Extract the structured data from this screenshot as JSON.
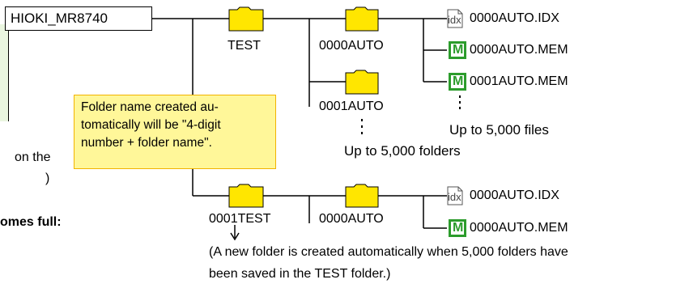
{
  "root": {
    "label": "HIOKI_MR8740"
  },
  "folders": {
    "test": "TEST",
    "auto_0000_a": "0000AUTO",
    "auto_0001": "0001AUTO",
    "test_0001": "0001TEST",
    "auto_0000_b": "0000AUTO"
  },
  "files": {
    "idx_a": "0000AUTO.IDX",
    "mem_a0": "0000AUTO.MEM",
    "mem_a1": "0001AUTO.MEM",
    "idx_b": "0000AUTO.IDX",
    "mem_b0": "0000AUTO.MEM"
  },
  "icons": {
    "index": "idx",
    "mem": "M"
  },
  "notes": {
    "files_limit": "Up to 5,000 files",
    "folders_limit": "Up to 5,000 folders",
    "new_folder_line1": "(A new folder is created automatically when 5,000 folders have",
    "new_folder_line2": "been saved in the TEST folder.)"
  },
  "callout": {
    "line1": "Folder name created au-",
    "line2": "tomatically will be  \"4-digit",
    "line3": "number + folder name\"."
  },
  "left_fragments": {
    "line1": "on the",
    "line2": ")",
    "line3": "omes full:"
  },
  "colors": {
    "folder": "#ffe600",
    "mem_icon": "#2c9c2c",
    "callout_bg": "#fff799",
    "callout_border": "#f2b400"
  }
}
